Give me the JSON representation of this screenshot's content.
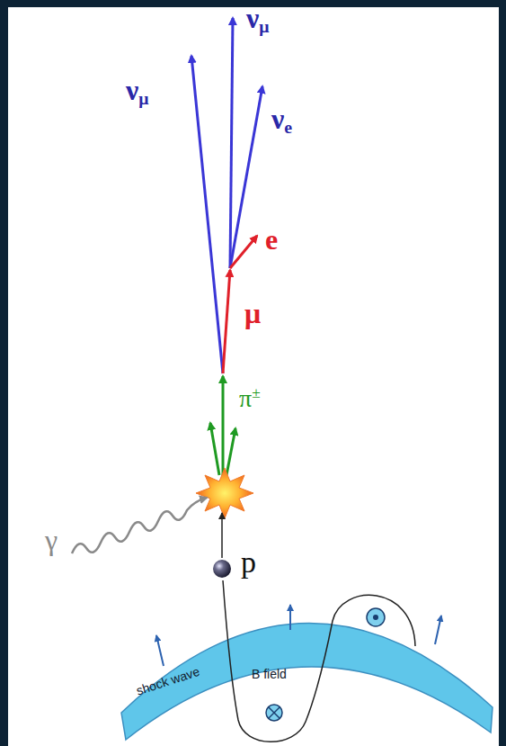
{
  "diagram": {
    "nodes": [
      {
        "text": [
          "shock wave",
          "B field"
        ]
      }
    ],
    "labels": [
      "νμ",
      "νμ",
      "νe",
      "e",
      "μ",
      "π±",
      "γ",
      "p"
    ]
  }
}
